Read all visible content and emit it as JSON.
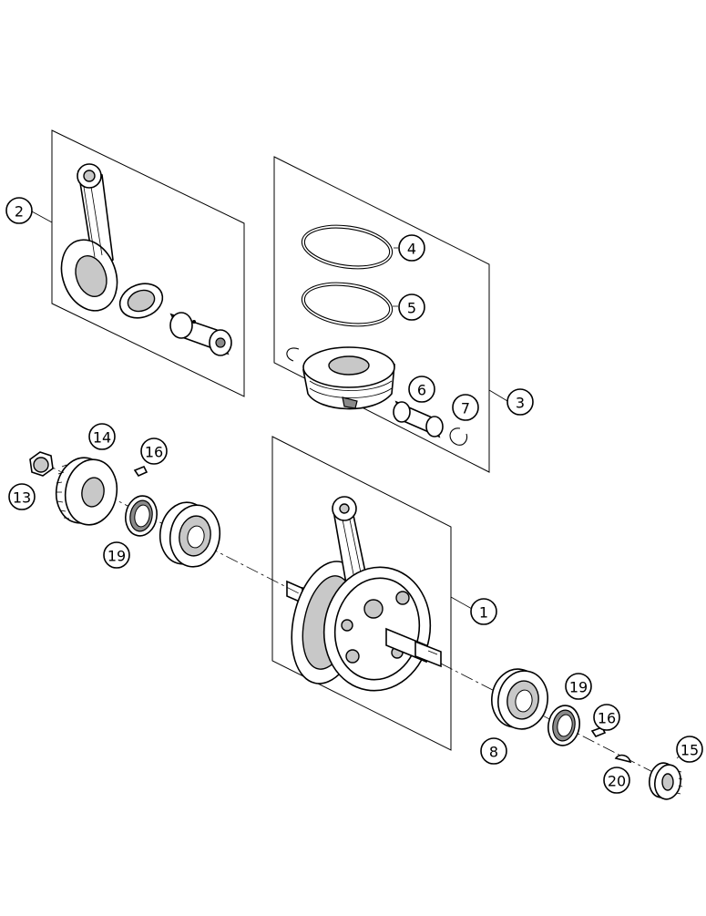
{
  "callouts": {
    "c1": "1",
    "c2": "2",
    "c3": "3",
    "c4": "4",
    "c5": "5",
    "c6": "6",
    "c7": "7",
    "c8": "8",
    "c13": "13",
    "c14": "14",
    "c15": "15",
    "c16a": "16",
    "c16b": "16",
    "c19a": "19",
    "c19b": "19",
    "c20": "20"
  }
}
